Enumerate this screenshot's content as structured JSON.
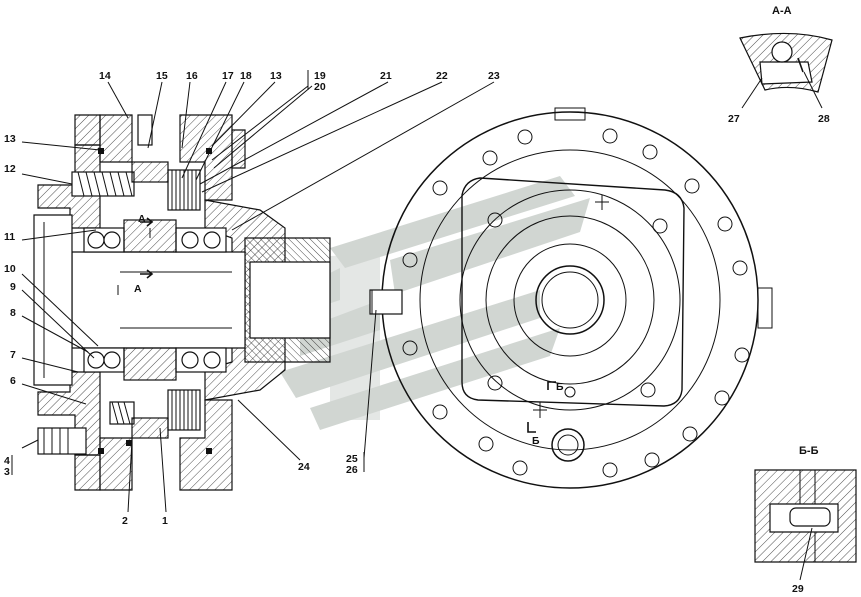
{
  "section_titles": {
    "aa": "А-А",
    "bb": "Б-Б"
  },
  "cut_marks": {
    "a_top": "А",
    "a_bottom": "А",
    "b_top": "Б",
    "b_bottom": "Б"
  },
  "callouts": [
    {
      "id": "c14",
      "text": "14"
    },
    {
      "id": "c15",
      "text": "15"
    },
    {
      "id": "c16",
      "text": "16"
    },
    {
      "id": "c17",
      "text": "17"
    },
    {
      "id": "c18",
      "text": "18"
    },
    {
      "id": "c13a",
      "text": "13"
    },
    {
      "id": "c19",
      "text": "19"
    },
    {
      "id": "c20",
      "text": "20"
    },
    {
      "id": "c21",
      "text": "21"
    },
    {
      "id": "c22",
      "text": "22"
    },
    {
      "id": "c23",
      "text": "23"
    },
    {
      "id": "c13b",
      "text": "13"
    },
    {
      "id": "c12",
      "text": "12"
    },
    {
      "id": "c11",
      "text": "11"
    },
    {
      "id": "c10",
      "text": "10"
    },
    {
      "id": "c9",
      "text": "9"
    },
    {
      "id": "c8",
      "text": "8"
    },
    {
      "id": "c7",
      "text": "7"
    },
    {
      "id": "c6",
      "text": "6"
    },
    {
      "id": "c4",
      "text": "4"
    },
    {
      "id": "c3",
      "text": "3"
    },
    {
      "id": "c2",
      "text": "2"
    },
    {
      "id": "c1",
      "text": "1"
    },
    {
      "id": "c24",
      "text": "24"
    },
    {
      "id": "c25",
      "text": "25"
    },
    {
      "id": "c26",
      "text": "26"
    },
    {
      "id": "c27",
      "text": "27"
    },
    {
      "id": "c28",
      "text": "28"
    },
    {
      "id": "c29",
      "text": "29"
    }
  ],
  "colors": {
    "line": "#111111",
    "watermark": "#c9cfcb"
  }
}
